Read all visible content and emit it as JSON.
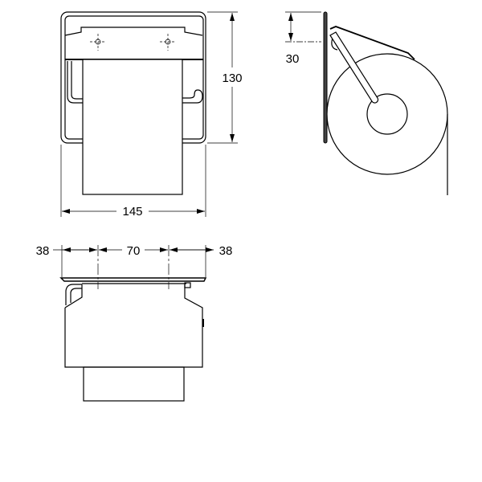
{
  "dimensions": {
    "front_width": "145",
    "front_height": "130",
    "side_offset": "30",
    "bottom_left": "38",
    "bottom_center": "70",
    "bottom_right": "38"
  },
  "colors": {
    "line": "#000000",
    "background": "#ffffff"
  }
}
